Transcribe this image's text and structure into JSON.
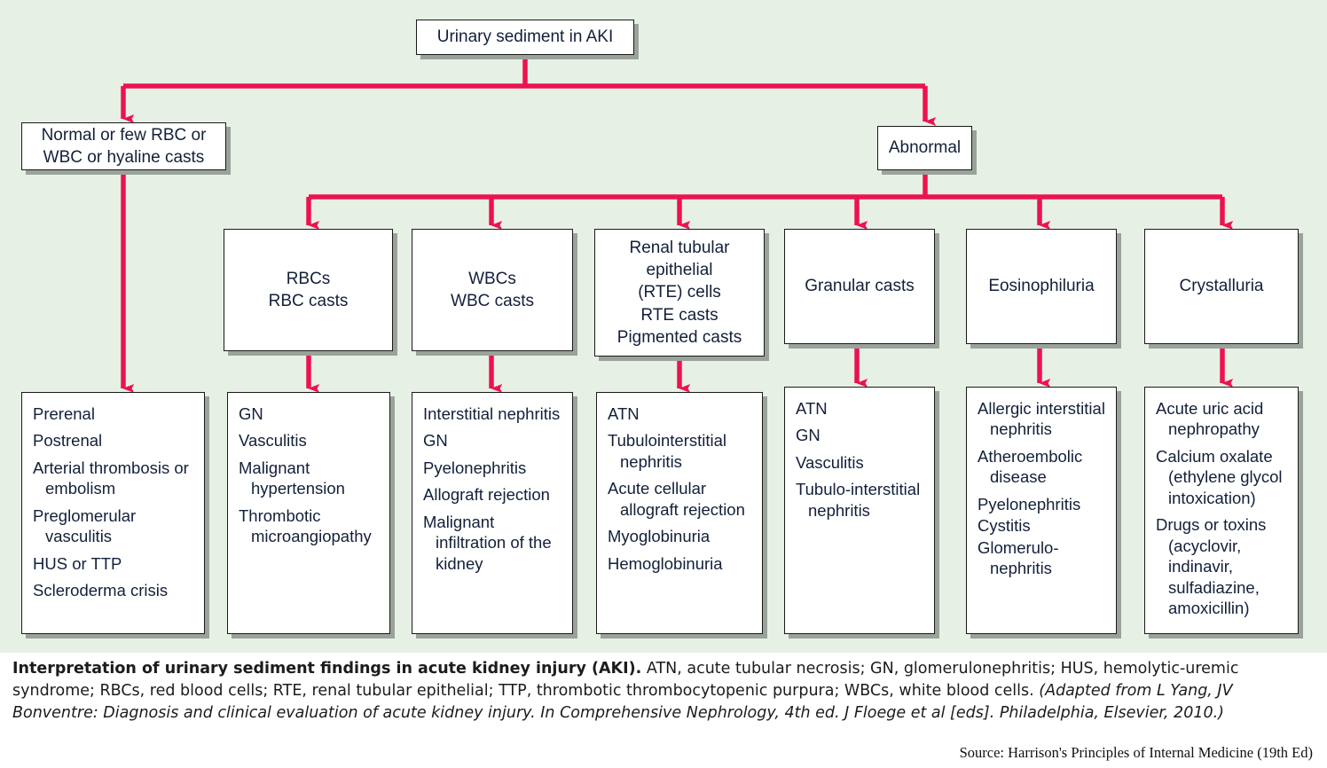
{
  "colors": {
    "panel_bg": "#e7f0e5",
    "arrow": "#ec1250",
    "box_border": "#1a1a1a",
    "box_fill": "#ffffff",
    "box_shadow": "#9aa39a",
    "text": "#13203a"
  },
  "diagram": {
    "root": {
      "label": "Urinary sediment in AKI"
    },
    "level1": [
      {
        "id": "normal",
        "lines": [
          "Normal or few RBC or",
          "WBC or hyaline casts"
        ]
      },
      {
        "id": "abnormal",
        "lines": [
          "Abnormal"
        ]
      }
    ],
    "level2": [
      {
        "id": "rbc",
        "lines": [
          "RBCs",
          "RBC casts"
        ]
      },
      {
        "id": "wbc",
        "lines": [
          "WBCs",
          "WBC casts"
        ]
      },
      {
        "id": "rte",
        "lines": [
          "Renal tubular",
          "epithelial",
          "(RTE) cells",
          "RTE casts",
          "Pigmented casts"
        ]
      },
      {
        "id": "granular",
        "lines": [
          "Granular casts"
        ]
      },
      {
        "id": "eosino",
        "lines": [
          "Eosinophiluria"
        ]
      },
      {
        "id": "crystal",
        "lines": [
          "Crystalluria"
        ]
      }
    ],
    "level3": [
      {
        "id": "normal-causes",
        "items": [
          "Prerenal",
          "Postrenal",
          "Arterial thrombosis or embolism",
          "Preglomerular vasculitis",
          "HUS or TTP",
          "Scleroderma crisis"
        ]
      },
      {
        "id": "rbc-causes",
        "items": [
          "GN",
          "Vasculitis",
          "Malignant hypertension",
          "Thrombotic microangiopathy"
        ]
      },
      {
        "id": "wbc-causes",
        "items": [
          "Interstitial nephritis",
          "GN",
          "Pyelonephritis",
          "Allograft rejection",
          "Malignant infiltration of the kidney"
        ]
      },
      {
        "id": "rte-causes",
        "items": [
          "ATN",
          "Tubulointerstitial nephritis",
          "Acute cellular allograft rejection",
          "Myoglobinuria",
          "Hemoglobinuria"
        ]
      },
      {
        "id": "granular-causes",
        "items": [
          "ATN",
          "GN",
          "Vasculitis",
          "Tubulo-interstitial nephritis"
        ]
      },
      {
        "id": "eosino-causes",
        "items": [
          "Allergic interstitial nephritis",
          "Atheroembolic disease",
          "Pyelonephritis",
          "Cystitis",
          "Glomerulo-nephritis"
        ]
      },
      {
        "id": "crystal-causes",
        "items": [
          "Acute uric acid nephropathy",
          "Calcium oxalate (ethylene glycol intoxication)",
          "Drugs or toxins (acyclovir, indinavir, sulfadiazine, amoxicillin)"
        ]
      }
    ]
  },
  "caption": {
    "title": "Interpretation of urinary sediment findings in acute kidney injury (AKI).",
    "abbrev": " ATN, acute tubular necrosis; GN, glomerulonephritis; HUS, hemolytic-uremic syndrome; RBCs, red blood cells; RTE, renal tubular epithelial; TTP, thrombotic thrombocytopenic purpura; WBCs, white blood cells. ",
    "source_italic": "(Adapted from L Yang, JV Bonventre: Diagnosis and clinical evaluation of acute kidney injury. In Comprehensive Nephrology, 4th ed. J Floege et al [eds]. Philadelphia, Elsevier, 2010.)",
    "source_line": "Source: Harrison's Principles of Internal Medicine (19th Ed)"
  }
}
